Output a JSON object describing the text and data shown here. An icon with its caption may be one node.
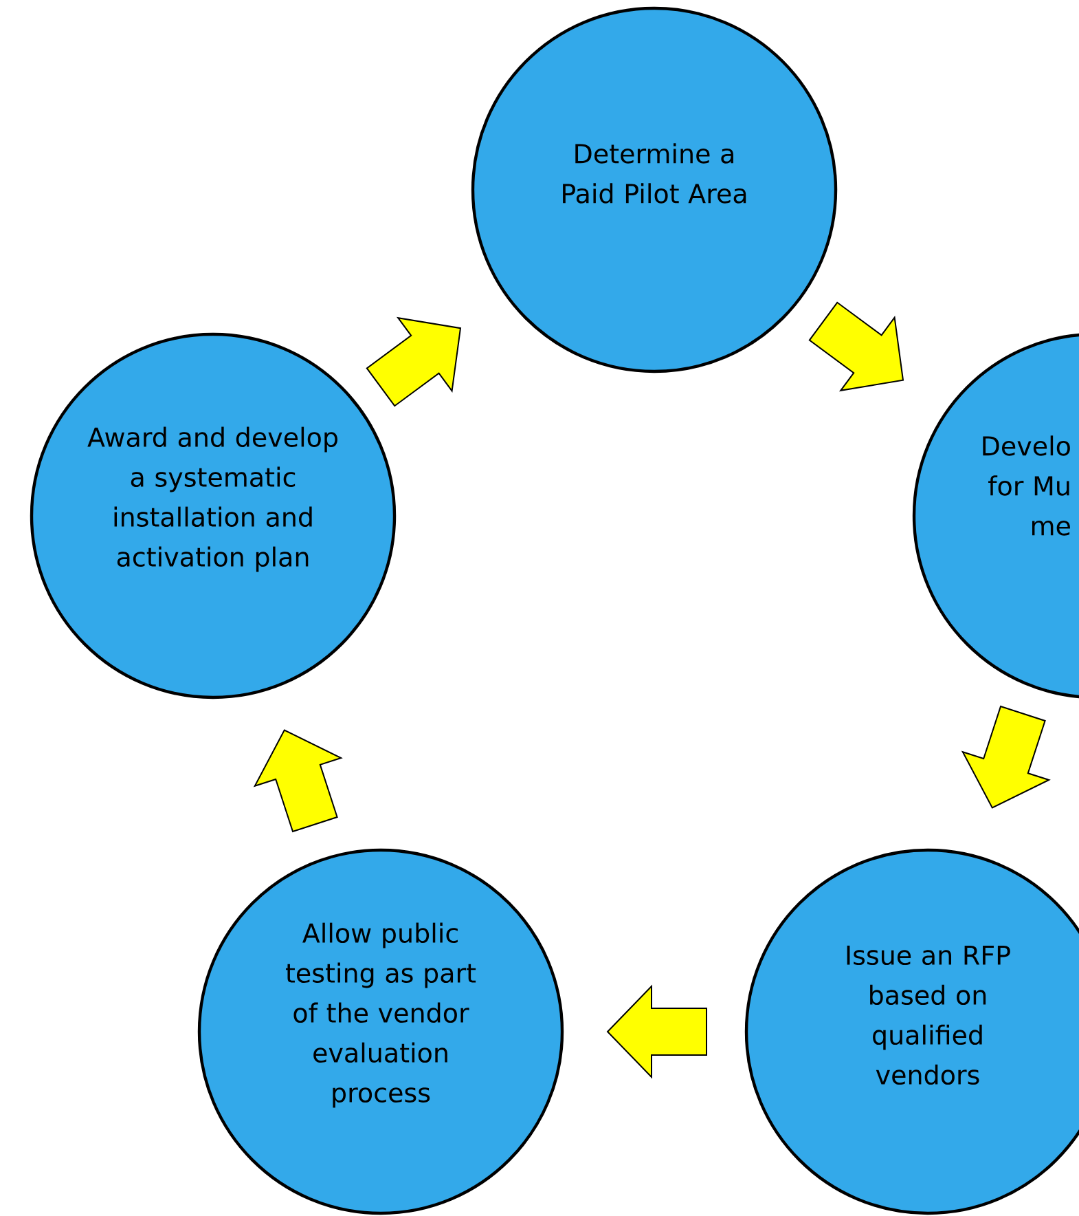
{
  "diagram": {
    "nodes": [
      {
        "text": [
          "Determine a Paid Pilot Area"
        ]
      },
      {
        "text": [
          "Develo for Mu me"
        ]
      },
      {
        "text": [
          "Issue an RFP based on qualified vendors"
        ]
      },
      {
        "text": [
          "Allow public testing as part of the vendor evaluation process"
        ]
      },
      {
        "text": [
          "Award and develop a systematic installation and activation plan"
        ]
      }
    ],
    "edges": [
      {
        "from": 0,
        "to": 1,
        "arrow": "to"
      },
      {
        "from": 1,
        "to": 2,
        "arrow": "to"
      },
      {
        "from": 2,
        "to": 3,
        "arrow": "to"
      },
      {
        "from": 3,
        "to": 4,
        "arrow": "to"
      },
      {
        "from": 4,
        "to": 0,
        "arrow": "to"
      }
    ]
  }
}
